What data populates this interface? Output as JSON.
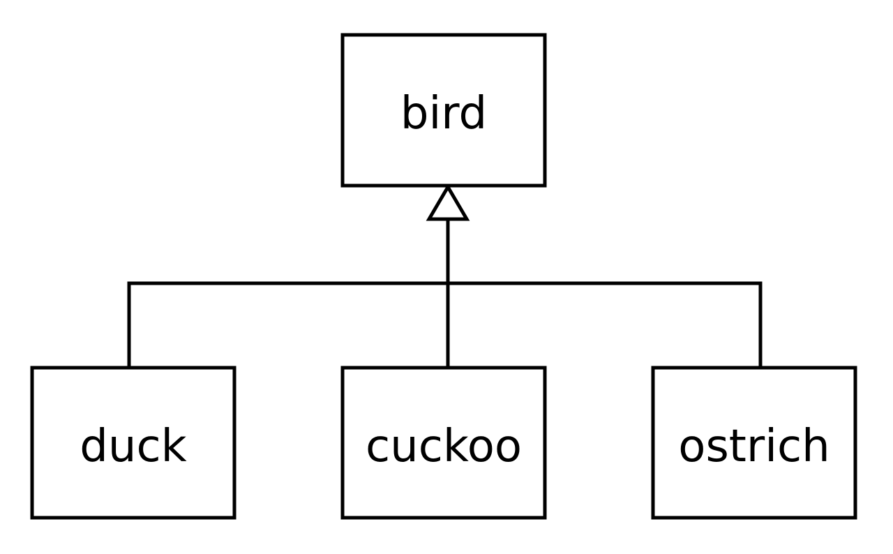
{
  "diagram": {
    "type": "class-hierarchy",
    "parent": {
      "label": "bird"
    },
    "children": [
      {
        "label": "duck"
      },
      {
        "label": "cuckoo"
      },
      {
        "label": "ostrich"
      }
    ],
    "relation": "inheritance"
  }
}
